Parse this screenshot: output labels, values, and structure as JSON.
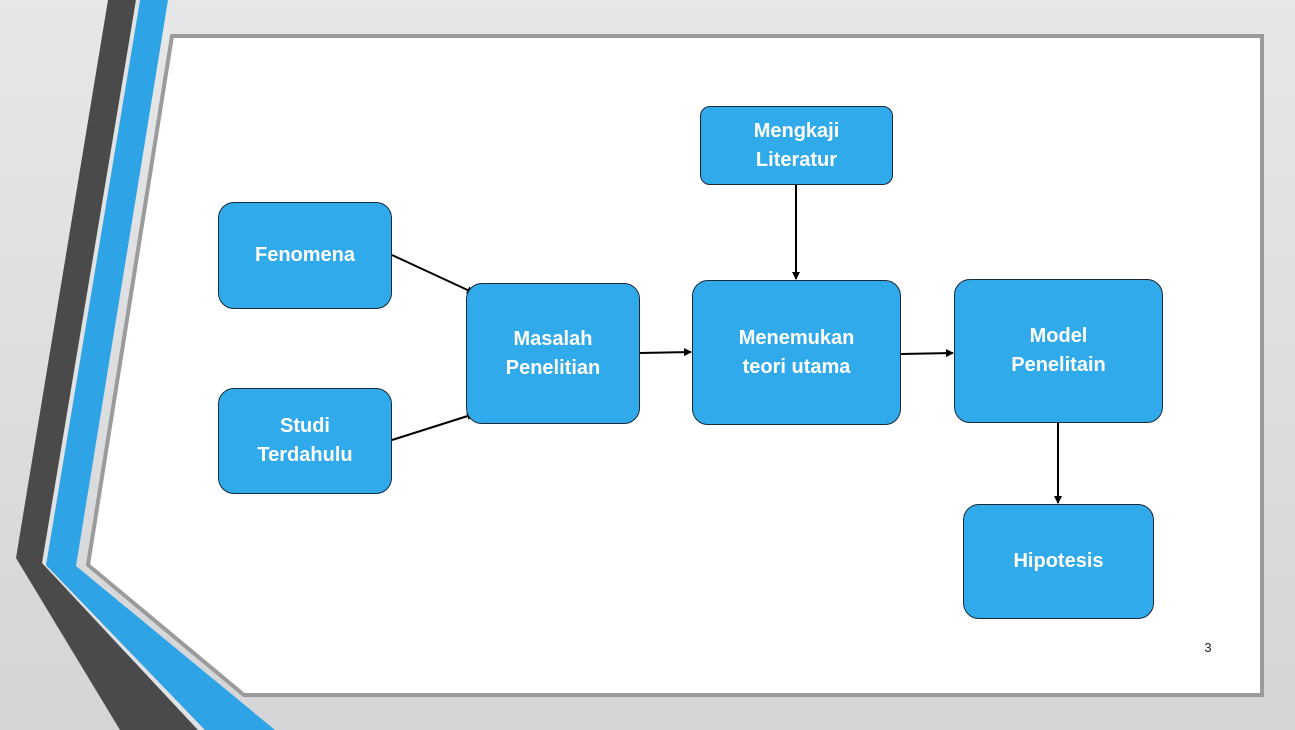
{
  "nodes": {
    "fenomena": {
      "lines": [
        "Fenomena"
      ]
    },
    "studi_terdahulu": {
      "lines": [
        "Studi",
        "Terdahulu"
      ]
    },
    "masalah_penelitian": {
      "lines": [
        "Masalah",
        "Penelitian"
      ]
    },
    "mengkaji_literatur": {
      "lines": [
        "Mengkaji",
        "Literatur"
      ]
    },
    "menemukan_teori": {
      "lines": [
        "Menemukan",
        "teori utama"
      ]
    },
    "model_penelitian": {
      "lines": [
        "Model",
        "Penelitain"
      ]
    },
    "hipotesis": {
      "lines": [
        "Hipotesis"
      ]
    }
  },
  "edges": [
    {
      "from": "fenomena",
      "to": "masalah_penelitian"
    },
    {
      "from": "studi_terdahulu",
      "to": "masalah_penelitian"
    },
    {
      "from": "masalah_penelitian",
      "to": "menemukan_teori"
    },
    {
      "from": "mengkaji_literatur",
      "to": "menemukan_teori"
    },
    {
      "from": "menemukan_teori",
      "to": "model_penelitian"
    },
    {
      "from": "model_penelitian",
      "to": "hipotesis"
    }
  ],
  "page_number": "3",
  "colors": {
    "node_fill": "#30aaea",
    "node_border": "#1b2b3a",
    "accent_blue": "#2ea3e6",
    "stripe_dark": "#444444"
  }
}
